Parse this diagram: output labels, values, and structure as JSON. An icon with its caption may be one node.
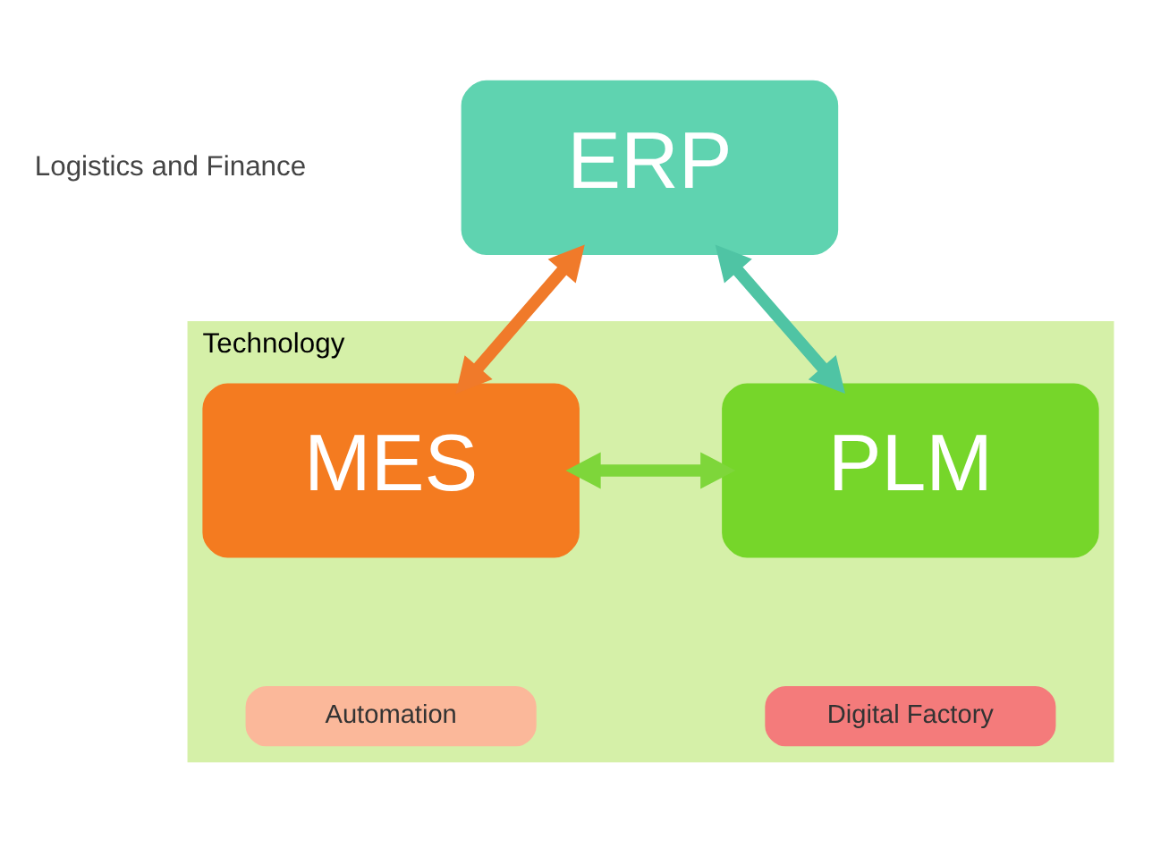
{
  "diagram": {
    "nodes": [
      {
        "text": [
          "ERP"
        ]
      },
      {
        "text": [
          "Technology"
        ]
      },
      {
        "text": [
          "MES"
        ],
        "in": 1
      },
      {
        "text": [
          "PLM"
        ],
        "in": 1
      },
      {
        "text": [
          "Automation"
        ],
        "in": 1
      },
      {
        "text": [
          "Digital Factory"
        ],
        "in": 1
      }
    ],
    "edges": [
      {
        "from": 0,
        "to": 2,
        "arrow": "both",
        "color": "#f07a2a"
      },
      {
        "from": 0,
        "to": 3,
        "arrow": "both",
        "color": "#4fc4a4"
      },
      {
        "from": 2,
        "to": 3,
        "arrow": "both",
        "color": "#7ed63a"
      }
    ],
    "labels": [
      "Logistics and Finance"
    ]
  }
}
